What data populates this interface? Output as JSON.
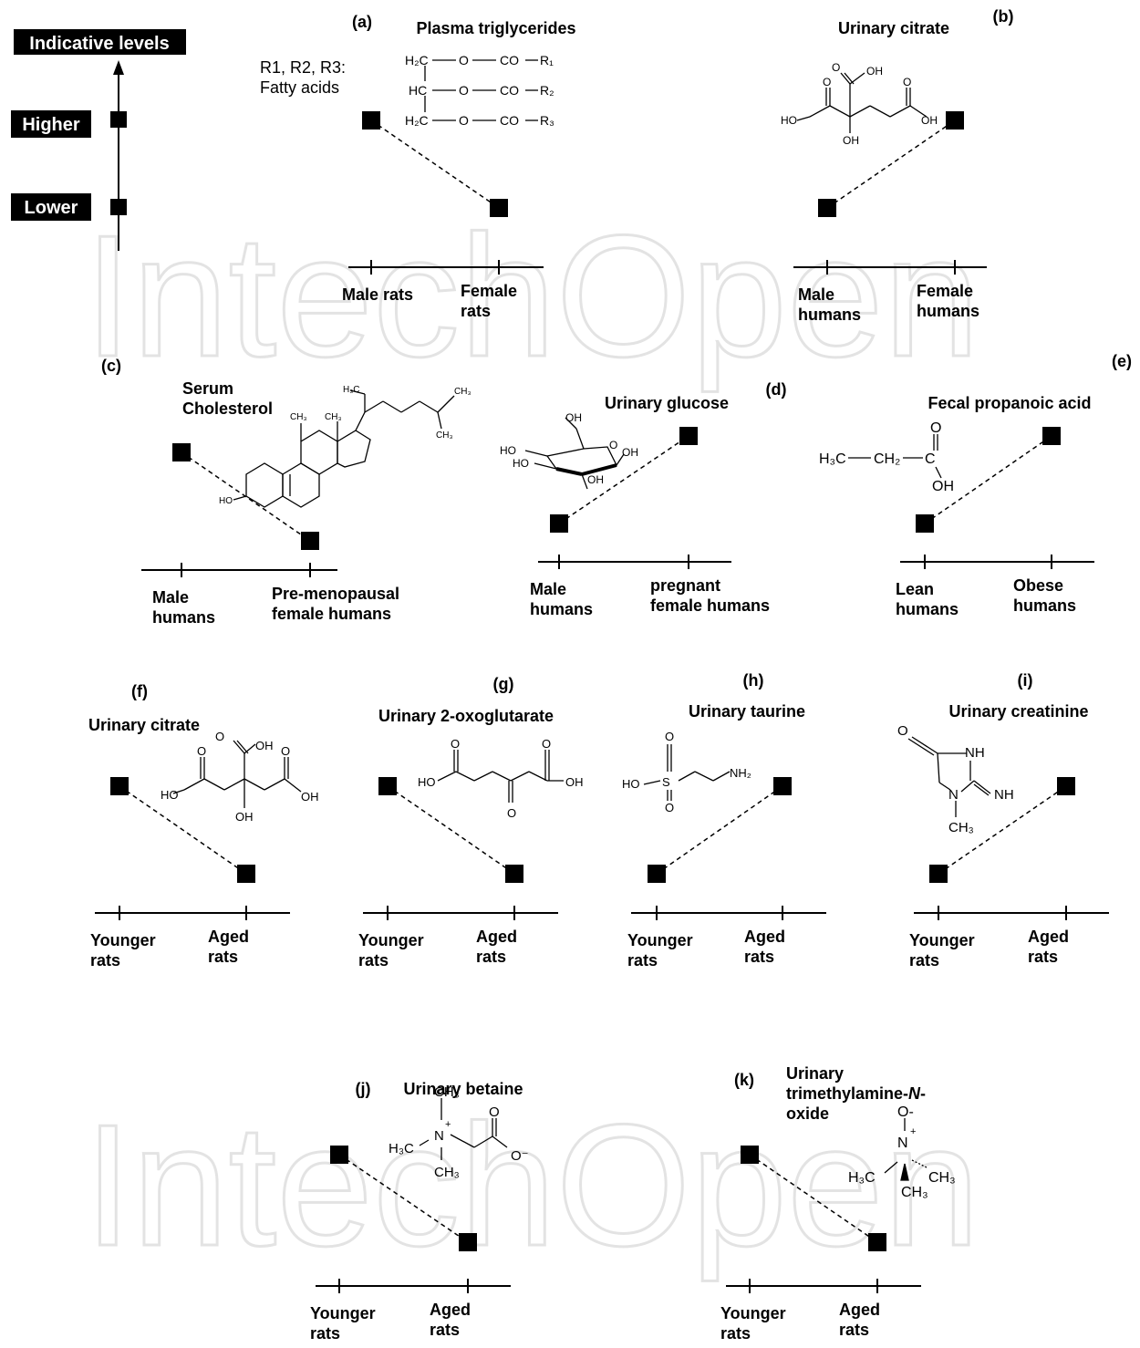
{
  "legend": {
    "title": "Indicative levels",
    "higher": "Higher",
    "lower": "Lower"
  },
  "watermark": "IntechOpen",
  "colors": {
    "marker": "#000000",
    "watermark": "#e3e3e3",
    "label_bg": "#000000",
    "label_text": "#ffffff"
  },
  "panels": [
    {
      "id": "a",
      "letter": "(a)",
      "title": [
        "Plasma triglycerides"
      ],
      "extra": [
        "R1, R2, R3:",
        "Fatty acids"
      ],
      "left_level": "high",
      "right_level": "low",
      "left_label": [
        "Male rats"
      ],
      "right_label": [
        "Female",
        "rats"
      ]
    },
    {
      "id": "b",
      "letter": "(b)",
      "title": [
        "Urinary citrate"
      ],
      "left_level": "low",
      "right_level": "high",
      "left_label": [
        "Male",
        "humans"
      ],
      "right_label": [
        "Female",
        "humans"
      ]
    },
    {
      "id": "c",
      "letter": "(c)",
      "title": [
        "Serum",
        "Cholesterol"
      ],
      "left_level": "high",
      "right_level": "low",
      "left_label": [
        "Male",
        "humans"
      ],
      "right_label": [
        "Pre-menopausal",
        "female humans"
      ]
    },
    {
      "id": "d",
      "letter": "(d)",
      "title": [
        "Urinary glucose"
      ],
      "left_level": "low",
      "right_level": "high",
      "left_label": [
        "Male",
        "humans"
      ],
      "right_label": [
        "pregnant",
        "female humans"
      ]
    },
    {
      "id": "e",
      "letter": "(e)",
      "title": [
        "Fecal propanoic acid"
      ],
      "left_level": "low",
      "right_level": "high",
      "left_label": [
        "Lean",
        "humans"
      ],
      "right_label": [
        "Obese",
        "humans"
      ]
    },
    {
      "id": "f",
      "letter": "(f)",
      "title": [
        "Urinary citrate"
      ],
      "left_level": "high",
      "right_level": "low",
      "left_label": [
        "Younger",
        "rats"
      ],
      "right_label": [
        "Aged",
        "rats"
      ]
    },
    {
      "id": "g",
      "letter": "(g)",
      "title": [
        "Urinary 2-oxoglutarate"
      ],
      "left_level": "high",
      "right_level": "low",
      "left_label": [
        "Younger",
        "rats"
      ],
      "right_label": [
        "Aged",
        "rats"
      ]
    },
    {
      "id": "h",
      "letter": "(h)",
      "title": [
        "Urinary taurine"
      ],
      "left_level": "low",
      "right_level": "high",
      "left_label": [
        "Younger",
        "rats"
      ],
      "right_label": [
        "Aged",
        "rats"
      ]
    },
    {
      "id": "i",
      "letter": "(i)",
      "title": [
        "Urinary creatinine"
      ],
      "left_level": "low",
      "right_level": "high",
      "left_label": [
        "Younger",
        "rats"
      ],
      "right_label": [
        "Aged",
        "rats"
      ]
    },
    {
      "id": "j",
      "letter": "(j)",
      "title": [
        "Urinary betaine"
      ],
      "left_level": "high",
      "right_level": "low",
      "left_label": [
        "Younger",
        "rats"
      ],
      "right_label": [
        "Aged",
        "rats"
      ]
    },
    {
      "id": "k",
      "letter": "(k)",
      "title": [
        "Urinary",
        "trimethylamine-N-",
        "oxide"
      ],
      "left_level": "high",
      "right_level": "low",
      "left_label": [
        "Younger",
        "rats"
      ],
      "right_label": [
        "Aged",
        "rats"
      ]
    }
  ],
  "chem": {
    "tg": {
      "h2c": "H₂C",
      "hc": "HC",
      "o": "O",
      "co": "CO",
      "r1": "R₁",
      "r2": "R₂",
      "r3": "R₃"
    },
    "citrate": {
      "o": "O",
      "oh": "OH",
      "ho": "HO"
    },
    "cholesterol": {
      "ho": "HO",
      "h3c": "H₃C",
      "ch3": "CH₃"
    },
    "glucose": {
      "oh": "OH",
      "ho": "HO",
      "o": "O"
    },
    "propanoic": {
      "h3c": "H₃C",
      "ch2": "CH₂",
      "c": "C",
      "o": "O",
      "oh": "OH"
    },
    "oxoglutarate": {
      "ho": "HO",
      "oh": "OH",
      "o": "O"
    },
    "taurine": {
      "ho": "HO",
      "s": "S",
      "o": "O",
      "nh2": "NH₂"
    },
    "creatinine": {
      "o": "O",
      "nh": "NH",
      "n": "N",
      "ch3": "CH₃"
    },
    "betaine": {
      "ch3": "CH₃",
      "n": "N",
      "plus": "+",
      "h3c": "H₃C",
      "o": "O",
      "ominus": "O⁻"
    },
    "tmao": {
      "ominus": "O-",
      "n": "N",
      "plus": "+",
      "h3c": "H₃C",
      "ch3": "CH₃"
    }
  }
}
